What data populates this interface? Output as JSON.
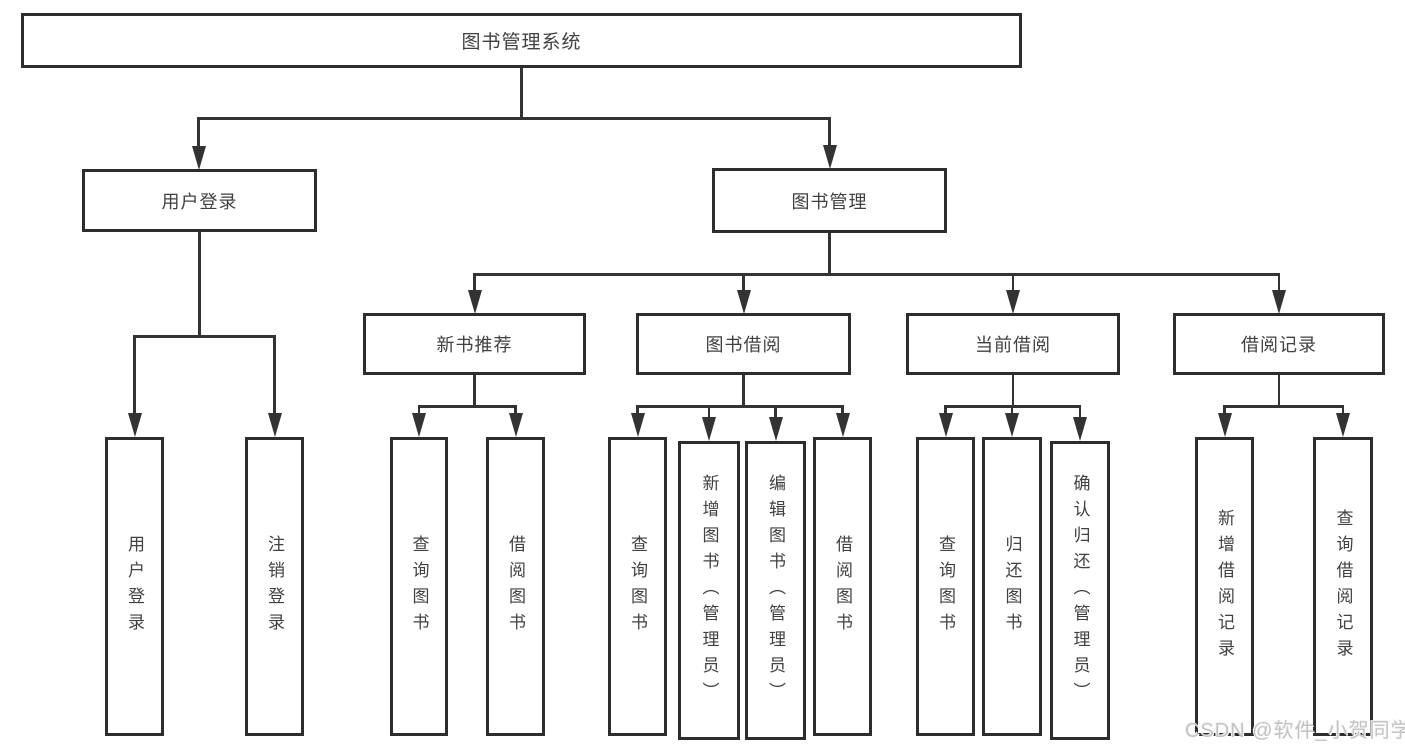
{
  "tree": {
    "root": "图书管理系统",
    "branches": [
      {
        "label": "用户登录",
        "children": [
          "用户登录",
          "注销登录"
        ]
      },
      {
        "label": "图书管理",
        "children": [
          {
            "label": "新书推荐",
            "children": [
              "查询图书",
              "借阅图书"
            ]
          },
          {
            "label": "图书借阅",
            "children": [
              "查询图书",
              "新增图书（管理员）",
              "编辑图书（管理员）",
              "借阅图书"
            ]
          },
          {
            "label": "当前借阅",
            "children": [
              "查询图书",
              "归还图书",
              "确认归还（管理员）"
            ]
          },
          {
            "label": "借阅记录",
            "children": [
              "新增借阅记录",
              "查询借阅记录"
            ]
          }
        ]
      }
    ]
  },
  "watermark": "CSDN @软件_小贺同学",
  "colors": {
    "line": "#333333",
    "box_border": "#2d2d2d",
    "text": "#414141",
    "watermark": "#c3c3c3",
    "background": "#ffffff"
  }
}
